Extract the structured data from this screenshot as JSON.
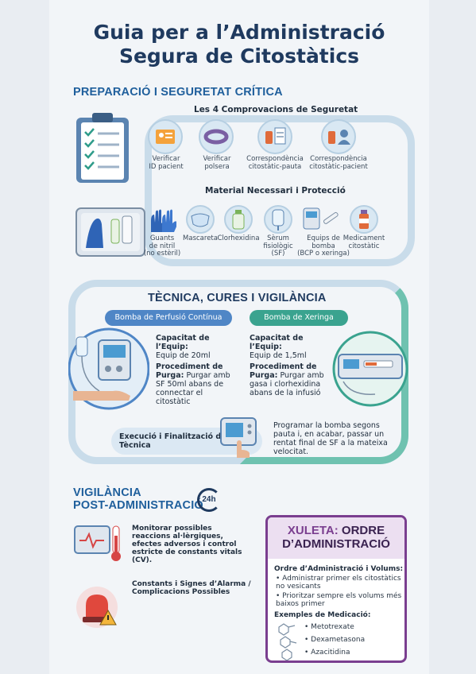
{
  "title": {
    "line1": "Guia per a l’Administració",
    "line2": "Segura de Citostàtics"
  },
  "prep": {
    "heading": "PREPARACIÓ I SEGURETAT CRÍTICA",
    "checks_heading": "Les 4 Comprovacions de Seguretat",
    "checks": [
      {
        "icon": "id-card-icon",
        "line1": "Verificar",
        "line2": "ID pacient"
      },
      {
        "icon": "wristband-icon",
        "line1": "Verificar",
        "line2": "polsera"
      },
      {
        "icon": "drug-document-icon",
        "line1": "Correspondència",
        "line2": "citostàtic-pauta"
      },
      {
        "icon": "drug-patient-icon",
        "line1": "Correspondència",
        "line2": "citostàtic-pacient"
      }
    ],
    "material_heading": "Material Necessari i Protecció",
    "materials": [
      {
        "icon": "gloves-icon",
        "line1": "Guants",
        "line2": "de nitril",
        "line3": "(no estèril)"
      },
      {
        "icon": "mask-icon",
        "line1": "Mascareta",
        "line2": "",
        "line3": ""
      },
      {
        "icon": "chlorhexidine-bottle-icon",
        "line1": "Clorhexidina",
        "line2": "",
        "line3": ""
      },
      {
        "icon": "saline-bag-icon",
        "line1": "Sèrum",
        "line2": "fisiològic",
        "line3": "(SF)"
      },
      {
        "icon": "pump-syringe-icon",
        "line1": "Equips de",
        "line2": "bomba",
        "line3": "(BCP o xeringa)"
      },
      {
        "icon": "vial-icon",
        "line1": "Medicament",
        "line2": "citostàtic",
        "line3": ""
      }
    ]
  },
  "technique": {
    "heading": "TÈCNICA, CURES I VIGILÀNCIA",
    "pump_continuous": {
      "label": "Bomba de Perfusió Contínua",
      "capacity_label": "Capacitat de l’Equip:",
      "capacity_value": "Equip de 20ml",
      "purge_label": "Procediment de Purga:",
      "purge_text": "Purgar amb SF 50ml abans de connectar el citostàtic"
    },
    "pump_syringe": {
      "label": "Bomba de Xeringa",
      "capacity_label": "Capacitat de l’Equip:",
      "capacity_value": "Equip de 1,5ml",
      "purge_label": "Procediment de Purga:",
      "purge_text": "Purgar amb gasa i clorhexidina abans de la infusió"
    },
    "execution_label": "Execució i Finalització de la Tècnica",
    "execution_text": "Programar la bomba segons pauta i, en acabar, passar un rentat final de SF a la mateixa velocitat."
  },
  "vigilance": {
    "heading_line1": "VIGILÀNCIA",
    "heading_line2": "POST-ADMINISTRACIÓ",
    "badge": "24h",
    "monitor_text": "Monitorar possibles reaccions al·lèrgiques, efectes adversos i control estricte de constants vitals (CV).",
    "alarm_text": "Constants i Signes d’Alarma / Complicacions Possibles"
  },
  "xuleta": {
    "title_accent": "XULETA:",
    "title_rest1": " ORDRE",
    "title_rest2": "D’ADMINISTRACIÓ",
    "order_heading": "Ordre d’Administració i Volums:",
    "bullets": [
      "Administrar primer els citostàtics no vesicants",
      "Prioritzar sempre els volums més baixos primer"
    ],
    "examples_heading": "Exemples de Medicació:",
    "drugs": [
      "Metotrexate",
      "Dexametasona",
      "Azacitidina"
    ]
  },
  "colors": {
    "navy": "#1f3a5f",
    "blue": "#1f5f9c",
    "teal": "#2f9c8a",
    "purple": "#7a3e8f",
    "band": "#c9dcea"
  }
}
